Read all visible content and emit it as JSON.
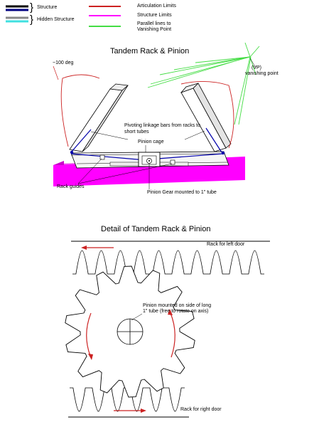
{
  "legend": {
    "structure": "Structure",
    "hidden_structure": "Hidden Structure",
    "articulation_limits": "Articulation Limits",
    "structure_limits": "Structure Limits",
    "parallel_lines_line1": "Parallel lines to",
    "parallel_lines_line2": "Vanishing Point",
    "brace_glyph": "}"
  },
  "top": {
    "title": "Tandem Rack & Pinion",
    "angle_label": "~100 deg",
    "vp_line1": "(VP)",
    "vp_line2": "vanishing point",
    "pivot_line1": "Pivoting linkage bars from racks to",
    "pivot_line2": "short tubes",
    "pinion_cage": "Pinion cage",
    "rack_guides": "Rack guides",
    "pinion_gear": "Pinion Gear mounted to 1\" tube"
  },
  "detail": {
    "title": "Detail of Tandem Rack & Pinion",
    "rack_left": "Rack for left door",
    "rack_right": "Rack for right door",
    "pinion_line1": "Pinion mounted on side of long",
    "pinion_line2": "1\" tube (free to rotate on axis)"
  },
  "colors": {
    "structure": "#000080",
    "hidden": "#40e0e0",
    "articulation": "#cc2222",
    "limits": "#ff00ff",
    "parallel": "#44dd44",
    "base": "#ff00ff"
  }
}
